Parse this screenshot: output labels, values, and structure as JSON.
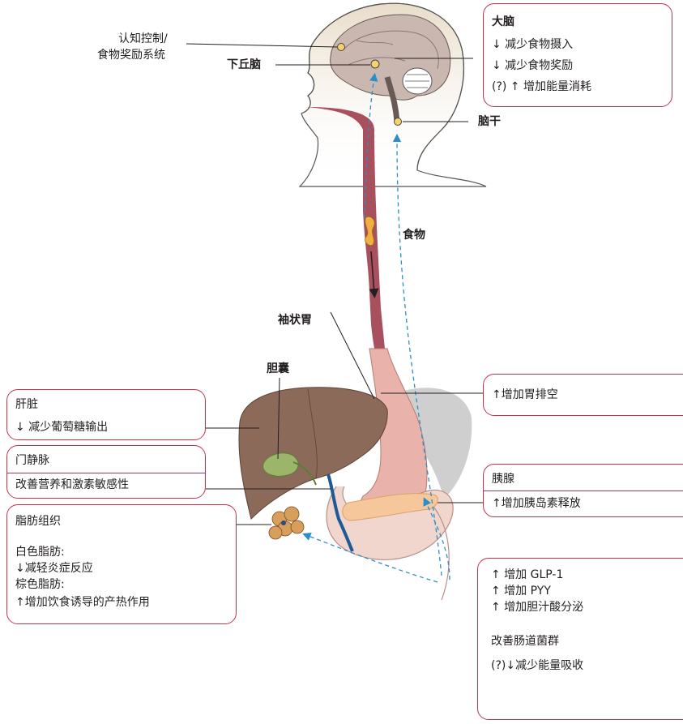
{
  "labels": {
    "cognitive": "认知控制/\n食物奖励系统",
    "cognitive_line1": "认知控制/",
    "cognitive_line2": "食物奖励系统",
    "hypothalamus": "下丘脑",
    "brainstem": "脑干",
    "food": "食物",
    "sleeve_stomach": "袖状胃",
    "gallbladder": "胆囊"
  },
  "brain_box": {
    "title": "大脑",
    "items": [
      "↓ 减少食物摄入",
      "↓ 减少食物奖励",
      "(?) ↑ 增加能量消耗"
    ]
  },
  "stomach_box": {
    "items": [
      "↑增加胃排空"
    ]
  },
  "liver_box": {
    "title": "肝脏",
    "items": [
      "↓ 减少葡萄糖输出"
    ]
  },
  "portal_box": {
    "title": "门静脉",
    "items": [
      "改善营养和激素敏感性"
    ]
  },
  "pancreas_box": {
    "title": "胰腺",
    "items": [
      "↑增加胰岛素释放"
    ]
  },
  "adipose_box": {
    "title": "脂肪组织",
    "white_title": "白色脂肪:",
    "white_item": "↓减轻炎症反应",
    "brown_title": "棕色脂肪:",
    "brown_item": "↑增加饮食诱导的产热作用"
  },
  "gut_box": {
    "items": [
      "↑ 增加 GLP-1",
      "↑ 增加 PYY",
      "↑ 增加胆汁酸分泌"
    ],
    "microbiota_title": "改善肠道菌群",
    "microbiota_item": "(?)↓减少能量吸收"
  },
  "colors": {
    "box_border": "#c2334d",
    "esophagus": "#a8505e",
    "stomach": "#e9b3ac",
    "liver": "#8c6a5a",
    "gallbladder": "#9bb56b",
    "arrow_dashed": "#2a8fc8",
    "portal_vein": "#1e5b96",
    "head_shading": "#efe3d2"
  }
}
